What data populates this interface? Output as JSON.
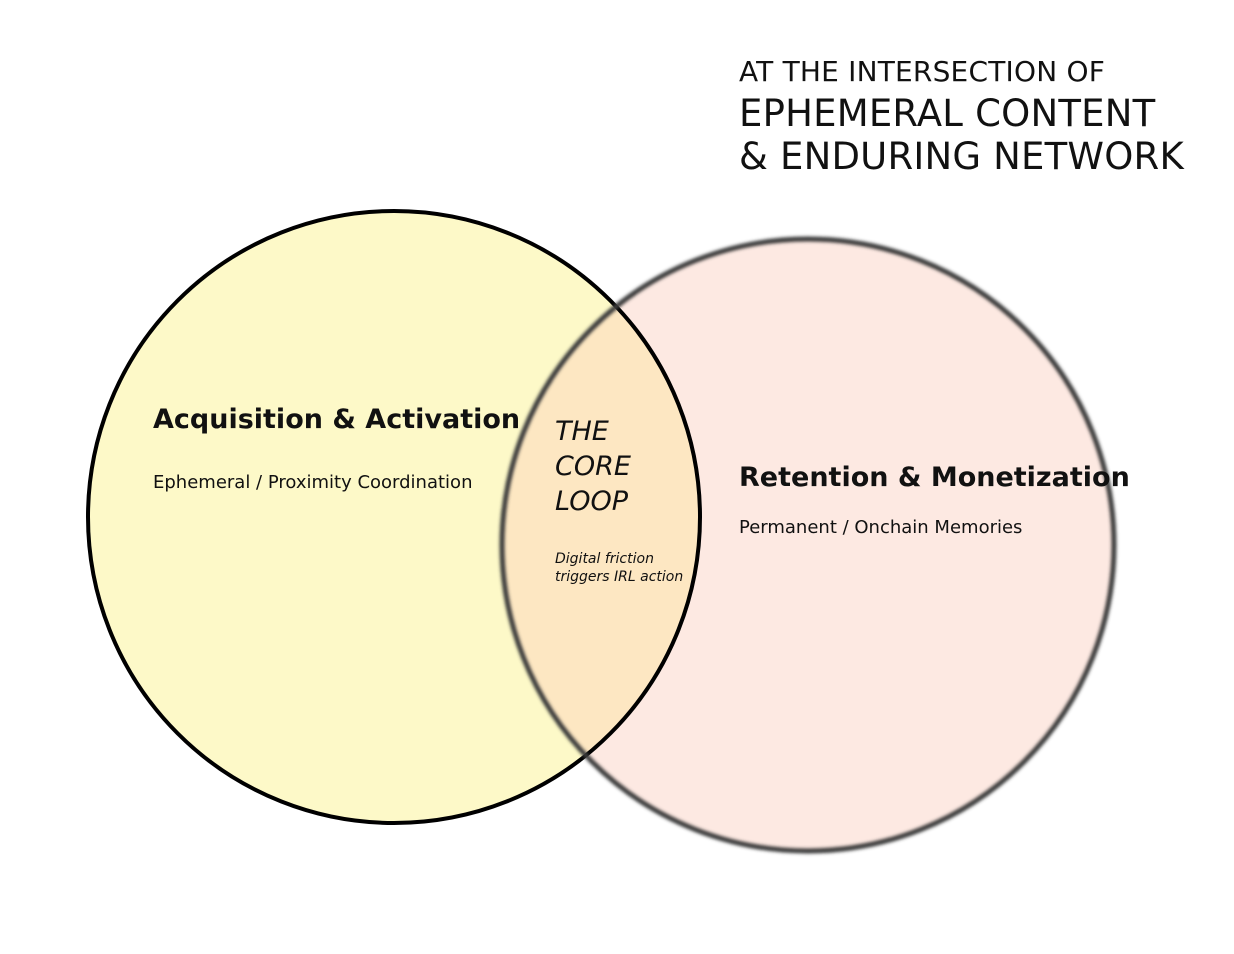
{
  "heading": {
    "line1": "AT THE INTERSECTION OF",
    "line2": "EPHEMERAL CONTENT",
    "line3": "& ENDURING NETWORK"
  },
  "sets": {
    "left": {
      "title": "Acquisition & Activation",
      "subtitle": "Ephemeral / Proximity Coordination",
      "fill": "#fdf9c8",
      "stroke": "#000000"
    },
    "right": {
      "title": "Retention & Monetization",
      "subtitle": "Permanent / Onchain Memories",
      "fill": "#fde9e2",
      "stroke": "#3a3a3a"
    }
  },
  "intersection": {
    "title_lines": [
      "THE",
      "CORE",
      "LOOP"
    ],
    "description_lines": [
      "Digital friction",
      "triggers IRL action"
    ],
    "fill": "#fde7c2"
  }
}
